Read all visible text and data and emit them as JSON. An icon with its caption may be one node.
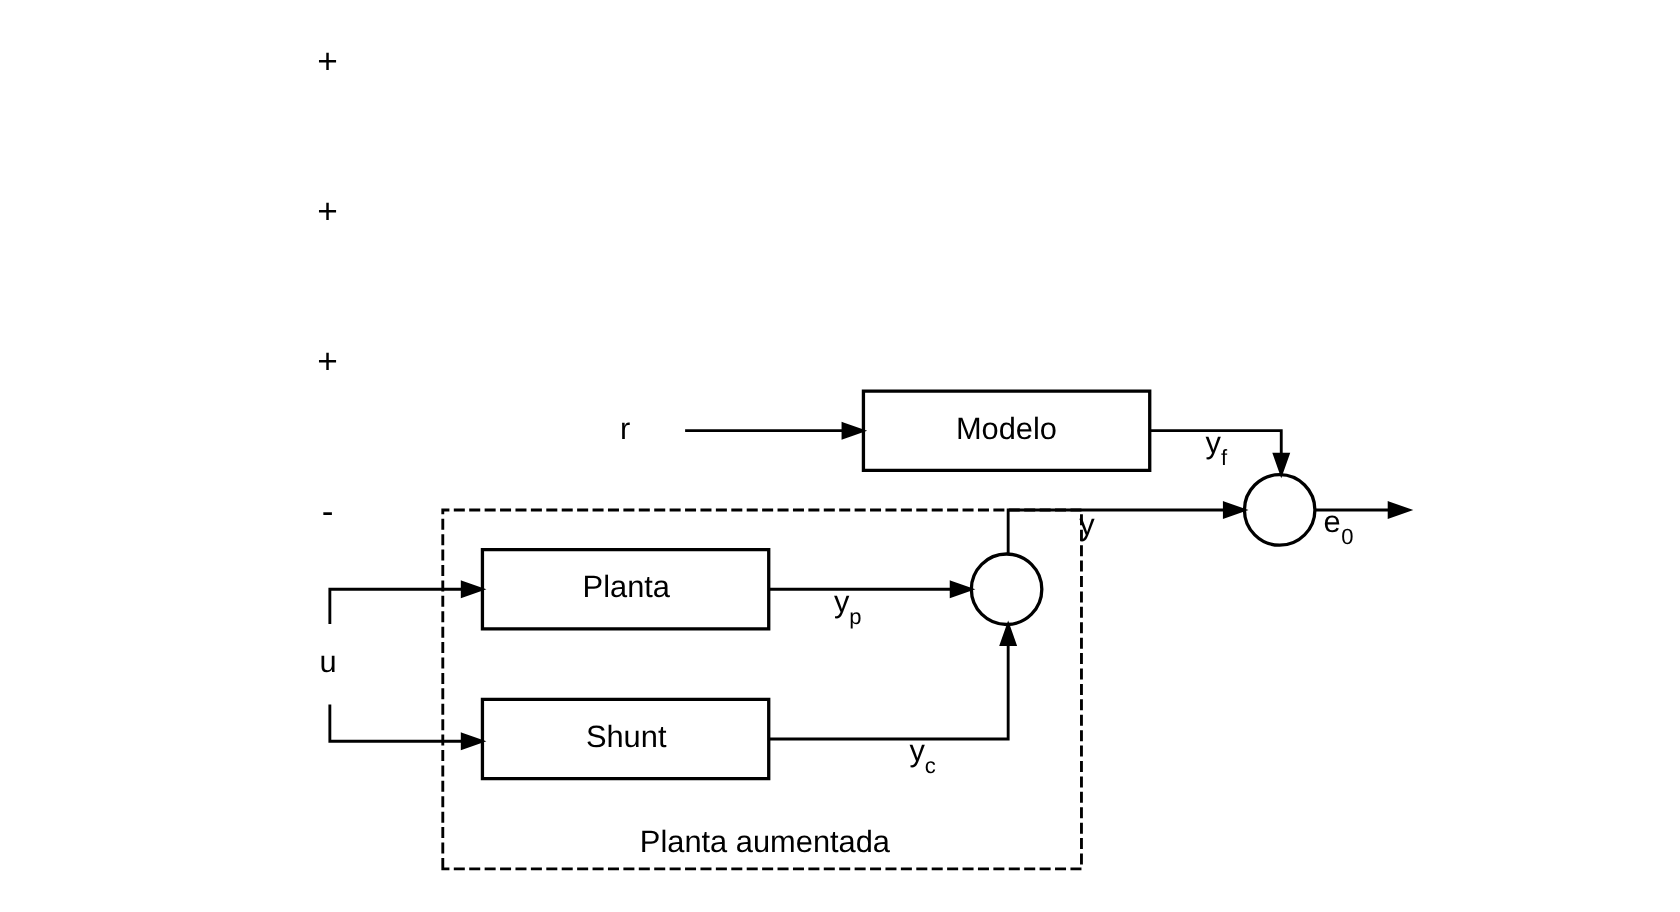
{
  "diagram": {
    "nodes": [
      {
        "text": [
          "r"
        ]
      },
      {
        "text": [
          "Modelo"
        ]
      },
      {
        "text": [
          "u"
        ]
      },
      {
        "text": [
          "Planta aumentada"
        ]
      },
      {
        "text": [
          "Planta"
        ],
        "in": 3
      },
      {
        "text": [
          "Shunt"
        ],
        "in": 3
      },
      {
        "text": [],
        "shape": "circle",
        "in": 3
      },
      {
        "text": [],
        "shape": "circle"
      }
    ],
    "edges": [
      {
        "from": 0,
        "to": 1,
        "arrow": "to"
      },
      {
        "from": 2,
        "to": 4,
        "arrow": "to"
      },
      {
        "from": 2,
        "to": 5,
        "arrow": "to"
      },
      {
        "from": 1,
        "to": 7,
        "label": "y$_{f}$",
        "arrow": "to"
      },
      {
        "from": 4,
        "to": 6,
        "label": "y$_{p}$",
        "arrow": "to"
      },
      {
        "from": 5,
        "to": 6,
        "label": "y$_{c}$",
        "arrow": "to"
      },
      {
        "from": 6,
        "to": 7,
        "label": "y",
        "arrow": "to"
      },
      {
        "from": 7,
        "to": null,
        "label": "e$_{0}$",
        "arrow": "to"
      }
    ],
    "labels": [
      "-",
      "+",
      "+",
      "+"
    ]
  }
}
